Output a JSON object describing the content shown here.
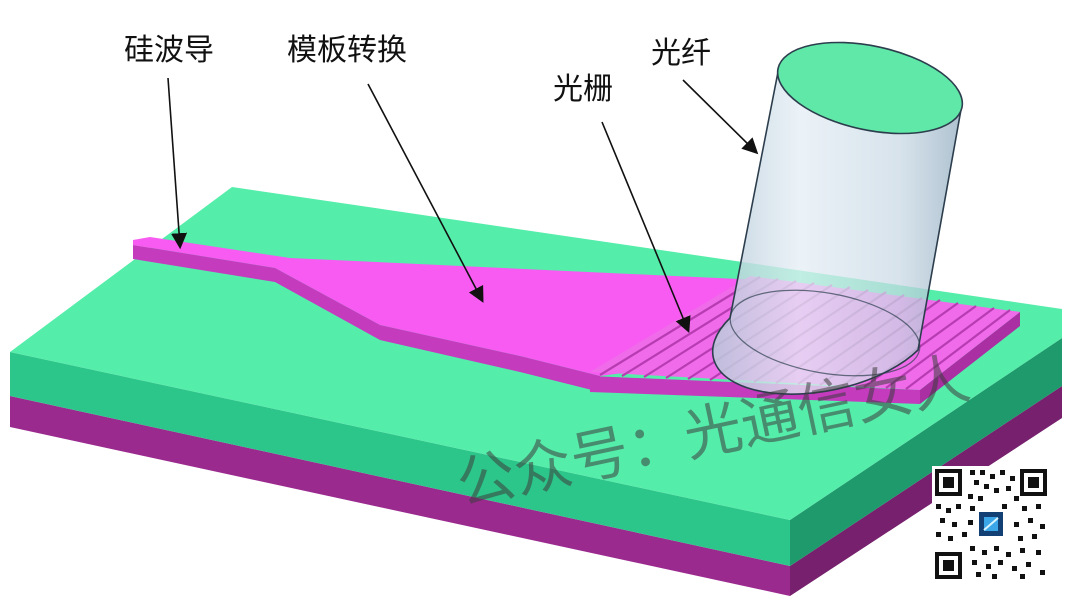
{
  "labels": {
    "silicon_waveguide": "硅波导",
    "mode_converter": "模板转换",
    "grating": "光栅",
    "fiber": "光纤"
  },
  "watermark": "公众号：光通信女人",
  "colors": {
    "substrate_top": "#55EDAA",
    "substrate_front": "#2DC68A",
    "substrate_right": "#1E9A6C",
    "magenta_layer_front": "#9A2A8E",
    "magenta_layer_right": "#76206E",
    "waveguide_top": "#F75BF1",
    "waveguide_side": "#C43BBE",
    "fiber_top": "#5FE8A7",
    "fiber_body": "#C9D9E6"
  },
  "icons": {
    "qr": "qr-code-icon"
  }
}
